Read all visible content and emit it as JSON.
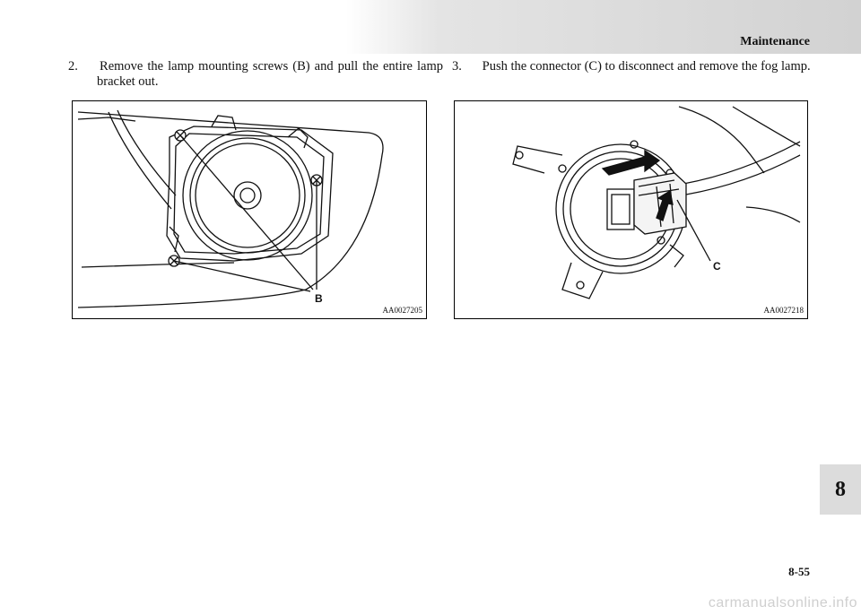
{
  "header": {
    "section_title": "Maintenance"
  },
  "steps": [
    {
      "number": "2.",
      "text": "Remove the lamp mounting screws (B) and pull the entire lamp bracket out."
    },
    {
      "number": "3.",
      "text": "Push the connector (C) to disconnect and remove the fog lamp."
    }
  ],
  "figures": [
    {
      "code": "AA0027205",
      "callout": "B"
    },
    {
      "code": "AA0027218",
      "callout": "C"
    }
  ],
  "chapter_tab": "8",
  "page_number": "8-55",
  "watermark": "carmanualsonline.info"
}
